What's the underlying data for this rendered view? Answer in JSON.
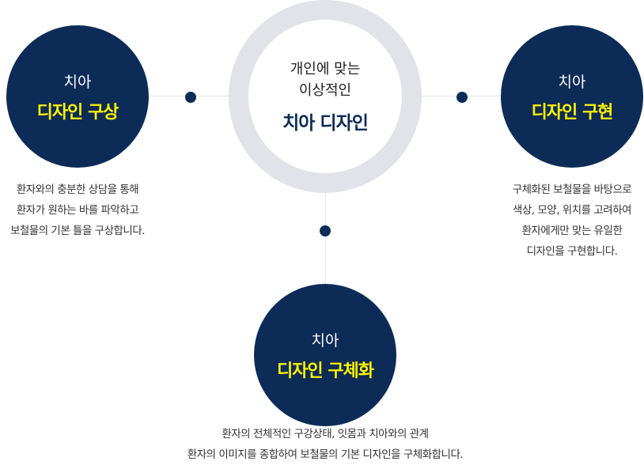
{
  "center": {
    "line1": "개인에 맞는",
    "line2": "이상적인",
    "title": "치아 디자인"
  },
  "steps": [
    {
      "sub": "치아",
      "title": "디자인 구상",
      "desc": [
        "환자와의 충분한 상담을 통해",
        "환자가 원하는 바를 파악하고",
        "보철물의 기본 틀을 구상합니다."
      ]
    },
    {
      "sub": "치아",
      "title": "디자인 구현",
      "desc": [
        "구체화된 보철물을 바탕으로",
        "색상, 모양, 위치를 고려하여",
        "환자에게만 맞는 유일한",
        "디자인을 구현합니다."
      ]
    },
    {
      "sub": "치아",
      "title": "디자인 구체화",
      "desc": [
        "환자의 전체적인 구강상태, 잇몸과 치아와의 관계",
        "환자의 이미지를 종합하여 보철물의 기본 디자인을 구체화합니다."
      ]
    }
  ],
  "colors": {
    "navy": "#0c2b57",
    "yellow": "#fff200",
    "ring": "#e2e3e8"
  }
}
